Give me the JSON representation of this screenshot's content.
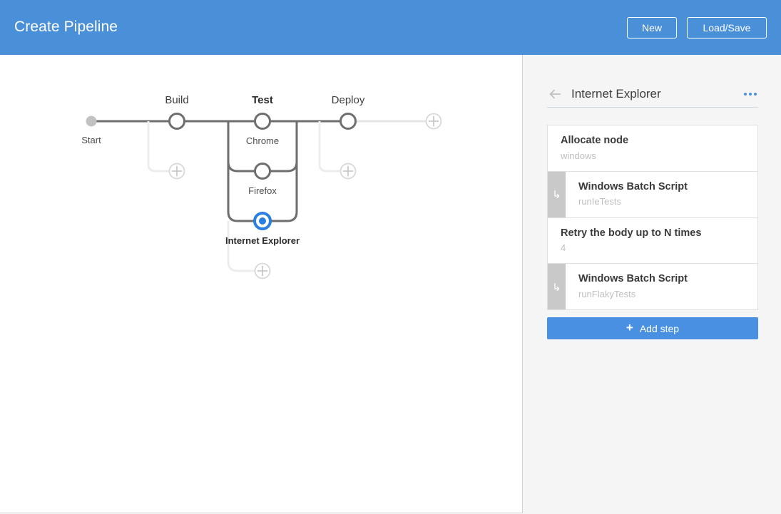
{
  "topbar": {
    "title": "Create Pipeline",
    "new_label": "New",
    "loadsave_label": "Load/Save",
    "background_color": "#4a90d9"
  },
  "graph": {
    "stages": [
      {
        "label": "Build",
        "selected": false
      },
      {
        "label": "Test",
        "selected": true
      },
      {
        "label": "Deploy",
        "selected": false
      }
    ],
    "start_label": "Start",
    "branches": [
      {
        "label": "Chrome",
        "selected": false
      },
      {
        "label": "Firefox",
        "selected": false
      },
      {
        "label": "Internet Explorer",
        "selected": true
      }
    ],
    "add_icon": "plus-icon",
    "selected_color": "#2a7fe0",
    "node_color": "#6e6e6e",
    "start_node_color": "#c2c2c2"
  },
  "panel": {
    "back_icon": "back-arrow-icon",
    "title": "Internet Explorer",
    "menu_icon": "ellipsis-icon",
    "steps": [
      {
        "title": "Allocate node",
        "subtitle": "windows",
        "nested": false,
        "gutter_icon": ""
      },
      {
        "title": "Windows Batch Script",
        "subtitle": "runIeTests",
        "nested": true,
        "gutter_icon": "↳"
      },
      {
        "title": "Retry the body up to N times",
        "subtitle": "4",
        "nested": false,
        "gutter_icon": ""
      },
      {
        "title": "Windows Batch Script",
        "subtitle": "runFlakyTests",
        "nested": true,
        "gutter_icon": "↳"
      }
    ],
    "add_step_label": "Add step",
    "add_step_icon": "plus-icon",
    "accent_color": "#4a90e2"
  }
}
